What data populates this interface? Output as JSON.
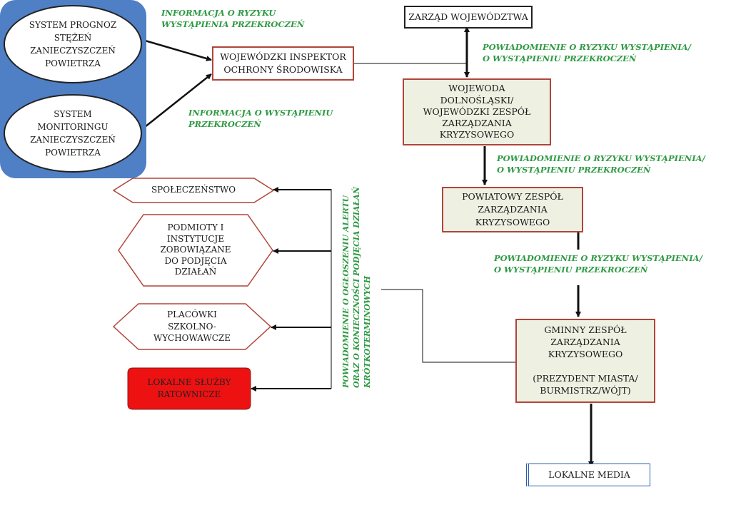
{
  "sources": {
    "forecast_system": "SYSTEM PROGNOZ\nSTĘŻEŃ\nZANIECZYSZCZEŃ\nPOWIETRZA",
    "monitoring_system": "SYSTEM\nMONITORINGU\nZANIECZYSZCZEŃ\nPOWIETRZA"
  },
  "labels": {
    "risk_info": "INFORMACJA O RYZYKU\nWYSTĄPIENIA PRZEKROCZEŃ",
    "occurrence_info": "INFORMACJA O WYSTĄPIENIU\nPRZEKROCZEŃ",
    "notice_1": "POWIADOMIENIE O RYZYKU WYSTĄPIENIA/\nO WYSTĄPIENIU PRZEKROCZEŃ",
    "notice_2": "POWIADOMIENIE O RYZYKU WYSTĄPIENIA/\nO WYSTĄPIENIU PRZEKROCZEŃ",
    "notice_3": "POWIADOMIENIE O RYZYKU WYSTĄPIENIA/\nO WYSTĄPIENIU PRZEKROCZEŃ",
    "alert_notice_1": "POWIADOMIENIE O OGŁOSZENIU ALERTU",
    "alert_notice_2": "ORAZ O KONIECZNOŚCI PODJĘCIA DZIAŁAŃ",
    "alert_notice_3": "KRÓTKOTERMINOWYCH"
  },
  "nodes": {
    "inspector": "WOJEWÓDZKI INSPEKTOR\nOCHRONY ŚRODOWISKA",
    "board": "ZARZĄD WOJEWÓDZTWA",
    "voivode": "WOJEWODA\nDOLNOŚLĄSKI/\nWOJEWÓDZKI ZESPÓŁ\nZARZĄDZANIA\nKRYZYSOWEGO",
    "district": "POWIATOWY ZESPÓŁ\nZARZĄDZANIA\nKRYZYSOWEGO",
    "municipal": "GMINNY ZESPÓŁ\nZARZĄDZANIA\nKRYZYSOWEGO\n\n(PREZYDENT MIASTA/\nBURMISTRZ/WÓJT)",
    "media": "LOKALNE MEDIA"
  },
  "recipients": {
    "society": "SPOŁECZEŃSTWO",
    "entities": "PODMIOTY I\nINSTYTUCJE\nZOBOWIĄZANE\nDO PODJĘCIA\nDZIAŁAŃ",
    "schools": "PLACÓWKI\nSZKOLNO-\nWYCHOWAWCZE",
    "rescue": "LOKALNE SŁUŻBY\nRATOWNICZE"
  },
  "colors": {
    "source_panel": "#4f7fc4",
    "node_fill": "#eef0e2",
    "node_border": "#b0453a",
    "rescue_fill": "#ee1111",
    "label_green": "#2e9a43"
  }
}
